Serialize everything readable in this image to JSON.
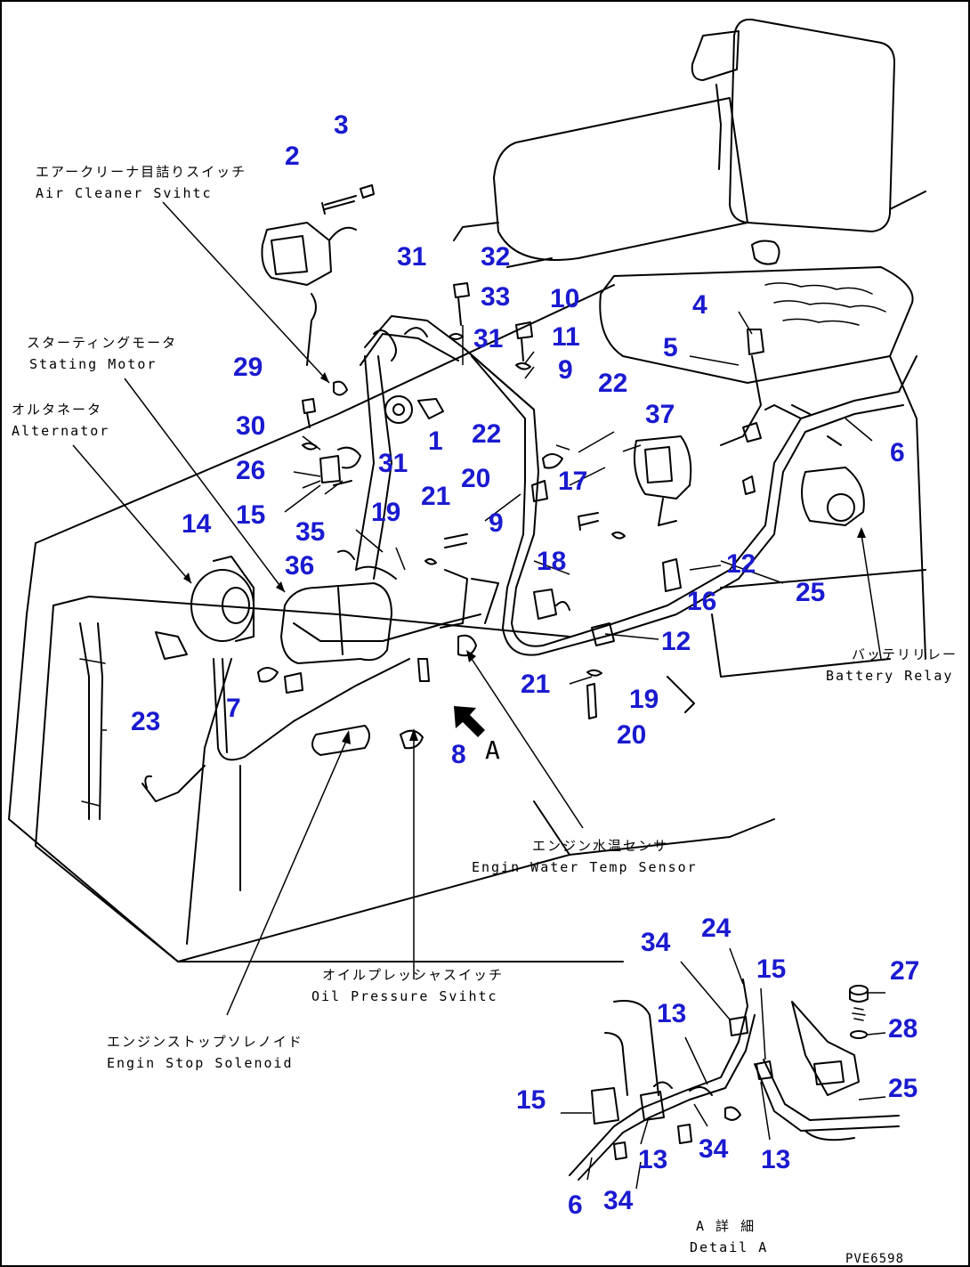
{
  "callouts": [
    {
      "id": "c2a",
      "text": "2"
    },
    {
      "id": "c3a",
      "text": "3"
    },
    {
      "id": "c31a",
      "text": "31"
    },
    {
      "id": "c32",
      "text": "32"
    },
    {
      "id": "c33",
      "text": "33"
    },
    {
      "id": "c31b",
      "text": "31"
    },
    {
      "id": "c10",
      "text": "10"
    },
    {
      "id": "c11",
      "text": "11"
    },
    {
      "id": "c4",
      "text": "4"
    },
    {
      "id": "c5",
      "text": "5"
    },
    {
      "id": "c29",
      "text": "29"
    },
    {
      "id": "c9a",
      "text": "9"
    },
    {
      "id": "c22a",
      "text": "22"
    },
    {
      "id": "c22b",
      "text": "22"
    },
    {
      "id": "c37",
      "text": "37"
    },
    {
      "id": "c30",
      "text": "30"
    },
    {
      "id": "c1",
      "text": "1"
    },
    {
      "id": "c6a",
      "text": "6"
    },
    {
      "id": "c26",
      "text": "26"
    },
    {
      "id": "c31c",
      "text": "31"
    },
    {
      "id": "c17",
      "text": "17"
    },
    {
      "id": "c20a",
      "text": "20"
    },
    {
      "id": "c21a",
      "text": "21"
    },
    {
      "id": "c15a",
      "text": "15"
    },
    {
      "id": "c19a",
      "text": "19"
    },
    {
      "id": "c9b",
      "text": "9"
    },
    {
      "id": "c14",
      "text": "14"
    },
    {
      "id": "c35",
      "text": "35"
    },
    {
      "id": "c18",
      "text": "18"
    },
    {
      "id": "c12a",
      "text": "12"
    },
    {
      "id": "c36",
      "text": "36"
    },
    {
      "id": "c16",
      "text": "16"
    },
    {
      "id": "c25a",
      "text": "25"
    },
    {
      "id": "c12b",
      "text": "12"
    },
    {
      "id": "c21b",
      "text": "21"
    },
    {
      "id": "c7",
      "text": "7"
    },
    {
      "id": "c19b",
      "text": "19"
    },
    {
      "id": "c23",
      "text": "23"
    },
    {
      "id": "c20b",
      "text": "20"
    },
    {
      "id": "c8",
      "text": "8"
    },
    {
      "id": "c34a",
      "text": "34"
    },
    {
      "id": "c24",
      "text": "24"
    },
    {
      "id": "c15b",
      "text": "15"
    },
    {
      "id": "c27",
      "text": "27"
    },
    {
      "id": "c13a",
      "text": "13"
    },
    {
      "id": "c28",
      "text": "28"
    },
    {
      "id": "c25b",
      "text": "25"
    },
    {
      "id": "c15c",
      "text": "15"
    },
    {
      "id": "c34b",
      "text": "34"
    },
    {
      "id": "c13b",
      "text": "13"
    },
    {
      "id": "c13c",
      "text": "13"
    },
    {
      "id": "c6b",
      "text": "6"
    },
    {
      "id": "c34c",
      "text": "34"
    }
  ],
  "labels": {
    "air_cleaner_jp": "エアークリーナ目詰りスイッチ",
    "air_cleaner_en": "Air Cleaner Svihtc",
    "starting_motor_jp": "スターティングモータ",
    "starting_motor_en": "Stating Motor",
    "alternator_jp": "オルタネータ",
    "alternator_en": "Alternator",
    "battery_relay_jp": "バッテリリレー",
    "battery_relay_en": "Battery Relay",
    "water_temp_jp": "エンジン水温センサ",
    "water_temp_en": "Engin Water Temp Sensor",
    "oil_pressure_jp": "オイルプレッシャスイッチ",
    "oil_pressure_en": "Oil Pressure Svihtc",
    "stop_solenoid_jp": "エンジンストップソレノイド",
    "stop_solenoid_en": "Engin Stop Solenoid",
    "view_letter": "A",
    "detail_jp": "A 詳 細",
    "detail_en": "Detail A",
    "figure_id": "PVE6598"
  }
}
